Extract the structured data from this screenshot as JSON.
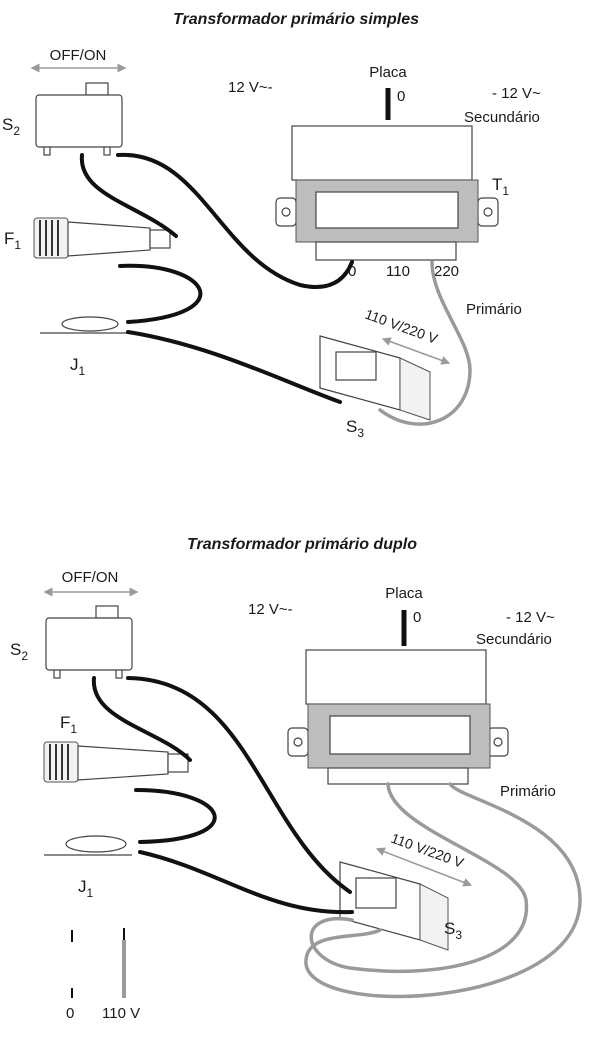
{
  "diagram1": {
    "title": "Transformador primário simples",
    "switch_s2_label": "OFF/ON",
    "s2": "S",
    "s2_sub": "2",
    "f1": "F",
    "f1_sub": "1",
    "j1": "J",
    "j1_sub": "1",
    "s3": "S",
    "s3_sub": "3",
    "t1": "T",
    "t1_sub": "1",
    "placa": "Placa",
    "placa_zero": "0",
    "v_left": "12 V~-",
    "v_right": "- 12 V~",
    "secundario": "Secundário",
    "tap_0": "0",
    "tap_110": "110",
    "tap_220": "220",
    "primario": "Primário",
    "voltage_switch": "110 V/220 V"
  },
  "diagram2": {
    "title": "Transformador primário duplo",
    "switch_s2_label": "OFF/ON",
    "s2": "S",
    "s2_sub": "2",
    "f1": "F",
    "f1_sub": "1",
    "j1": "J",
    "j1_sub": "1",
    "s3": "S",
    "s3_sub": "3",
    "placa": "Placa",
    "placa_zero": "0",
    "v_left": "12 V~-",
    "v_right": "- 12 V~",
    "secundario": "Secundário",
    "primario": "Primário",
    "voltage_switch": "110 V/220 V",
    "legend_0": "0",
    "legend_110": "110 V"
  },
  "colors": {
    "black_wire": "#111111",
    "gray_wire": "#9a9a9a"
  }
}
